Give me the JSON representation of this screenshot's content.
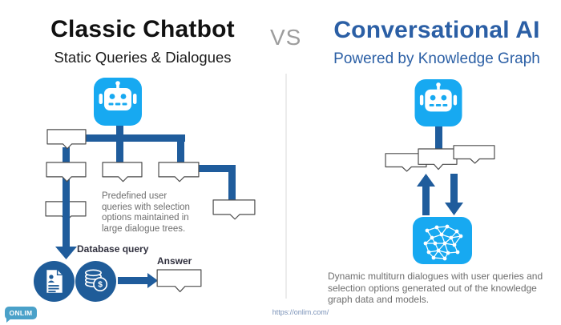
{
  "colors": {
    "cyan": "#17A9F1",
    "line-blue": "#1F5C9C",
    "navy": "#1F5C99",
    "title-blue": "#2B5FA5",
    "title-black": "#111111",
    "vs-gray": "#9D9D9D",
    "text-gray": "#6E6E6E",
    "label-dark": "#30303E",
    "box-stroke": "#4D4D4D",
    "divider": "#ECECEC",
    "logo-teal": "#4AA1C9",
    "url-blue": "#7A92B8"
  },
  "header": {
    "left_title": "Classic Chatbot",
    "left_subtitle": "Static Queries & Dialogues",
    "vs_label": "VS",
    "right_title": "Conversational AI",
    "right_subtitle": "Powered by Knowledge Graph"
  },
  "left_panel": {
    "description": "Predefined user queries with selection options maintained in large dialogue trees.",
    "database_query_label": "Database query",
    "answer_label": "Answer",
    "icons": {
      "chatbot": "chatbot-robot",
      "contract_document": "user-document",
      "database": "database-coins-dollar",
      "dialogue_nodes": "document-node"
    }
  },
  "right_panel": {
    "description": "Dynamic multiturn dialogues with user queries and selection options generated out of the knowledge graph data and models.",
    "icons": {
      "chatbot": "chatbot-robot",
      "knowledge_graph": "knowledge-graph-network"
    }
  },
  "footer": {
    "logo_text": "ONLIM",
    "url": "https://onlim.com/"
  }
}
